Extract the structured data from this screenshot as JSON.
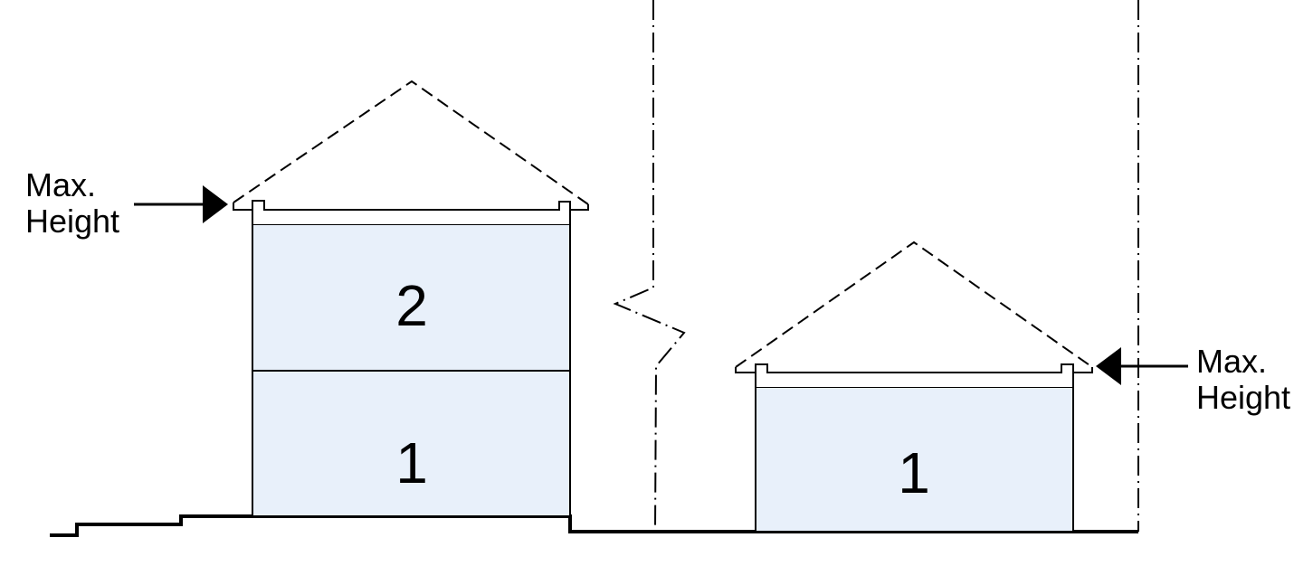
{
  "colors": {
    "floor_fill": "#e8f0fa",
    "line": "#000000"
  },
  "left_building": {
    "floors": [
      "2",
      "1"
    ],
    "annotation": {
      "line1": "Max.",
      "line2": "Height"
    }
  },
  "right_building": {
    "floors": [
      "1"
    ],
    "annotation": {
      "line1": "Max.",
      "line2": "Height"
    }
  }
}
